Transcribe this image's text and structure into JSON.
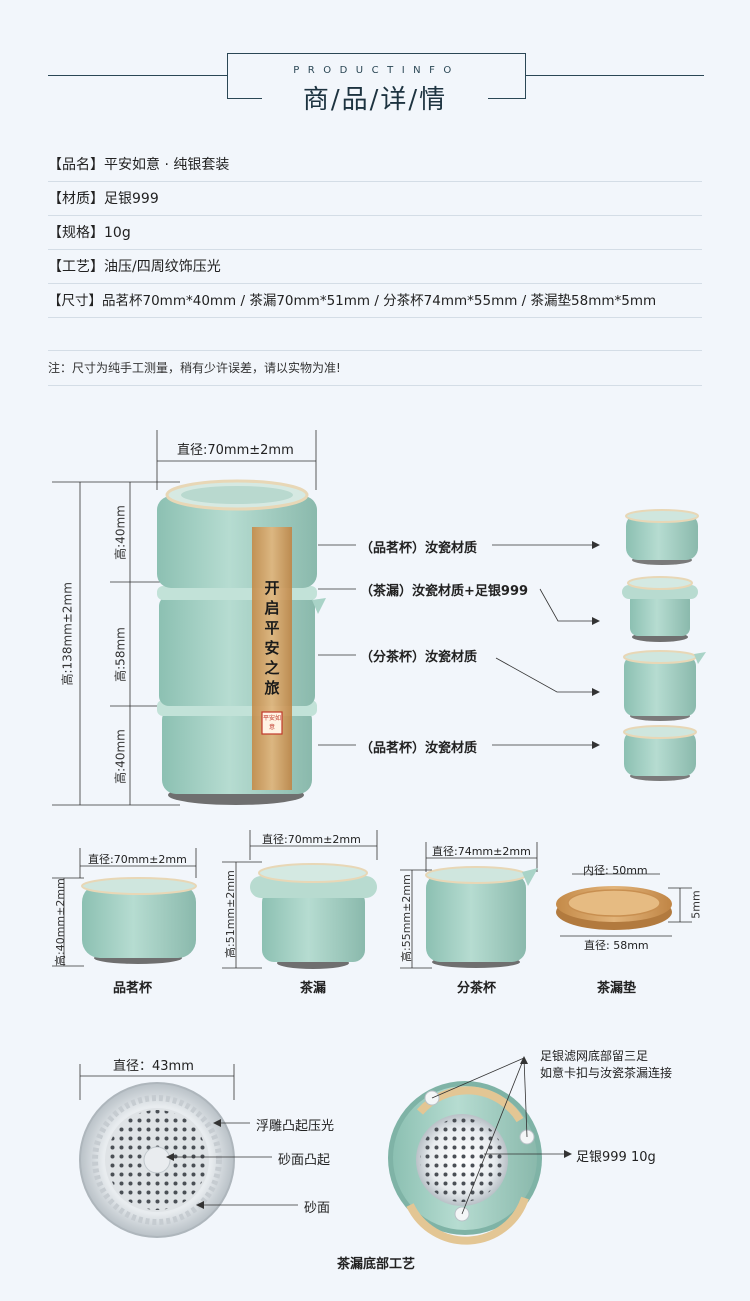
{
  "header": {
    "en": "PRODUCTINFO",
    "cn": "商/品/详/情"
  },
  "specs": [
    {
      "label": "【品名】",
      "value": "平安如意 · 纯银套装"
    },
    {
      "label": "【材质】",
      "value": "足银999"
    },
    {
      "label": "【规格】",
      "value": "10g"
    },
    {
      "label": "【工艺】",
      "value": "油压/四周纹饰压光"
    },
    {
      "label": "【尺寸】",
      "value": "品茗杯70mm*40mm / 茶漏70mm*51mm / 分茶杯74mm*55mm / 茶漏垫58mm*5mm"
    }
  ],
  "note": "注：尺寸为纯手工测量，稍有少许误差，请以实物为准!",
  "stack": {
    "diameter": "直径:70mm±2mm",
    "total_height": "高:138mm±2mm",
    "h_top": "高:40mm",
    "h_mid": "高:58mm",
    "h_bot": "高:40mm",
    "label_text": [
      "开",
      "启",
      "平",
      "安",
      "之",
      "旅"
    ],
    "seal": "平安如意",
    "callouts": [
      "（品茗杯）汝瓷材质",
      "（茶漏）汝瓷材质+足银999",
      "（分茶杯）汝瓷材质",
      "（品茗杯）汝瓷材质"
    ]
  },
  "parts": [
    {
      "name": "品茗杯",
      "diameter": "直径:70mm±2mm",
      "height": "高:40mm±2mm"
    },
    {
      "name": "茶漏",
      "diameter": "直径:70mm±2mm",
      "height": "高:51mm±2mm"
    },
    {
      "name": "分茶杯",
      "diameter": "直径:74mm±2mm",
      "height": "高:55mm±2mm"
    },
    {
      "name": "茶漏垫",
      "inner": "内径: 50mm",
      "outer": "直径: 58mm",
      "height": "5mm"
    }
  ],
  "bottom": {
    "diameter": "直径：43mm",
    "left_labels": [
      "浮雕凸起压光",
      "砂面凸起",
      "砂面"
    ],
    "right_labels": [
      "足银滤网底部留三足",
      "如意卡扣与汝瓷茶漏连接",
      "足银999 10g"
    ],
    "caption": "茶漏底部工艺"
  },
  "colors": {
    "accent_line": "#2b4755",
    "celadon": "#9fcec1",
    "celadon_dark": "#7fb3a6",
    "wood": "#d4a060",
    "bg": "#f2f6fb"
  }
}
